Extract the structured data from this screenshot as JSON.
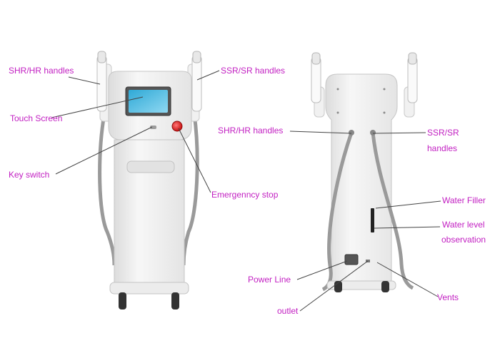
{
  "label_color": "#c21fc2",
  "leader_color": "#444444",
  "labels": {
    "shr_hr_front": "SHR/HR handles",
    "ssr_sr_front": "SSR/SR handles",
    "touch_screen": "Touch Screen",
    "key_switch": "Key switch",
    "emergency_stop": "Emergenncy stop",
    "shr_hr_back": "SHR/HR handles",
    "ssr_sr_back_line1": "SSR/SR",
    "ssr_sr_back_line2": "handles",
    "water_filler": "Water Filler",
    "water_level_line1": "Water level",
    "water_level_line2": "observation",
    "power_line": "Power Line",
    "outlet": "outlet",
    "vents": "Vents"
  }
}
